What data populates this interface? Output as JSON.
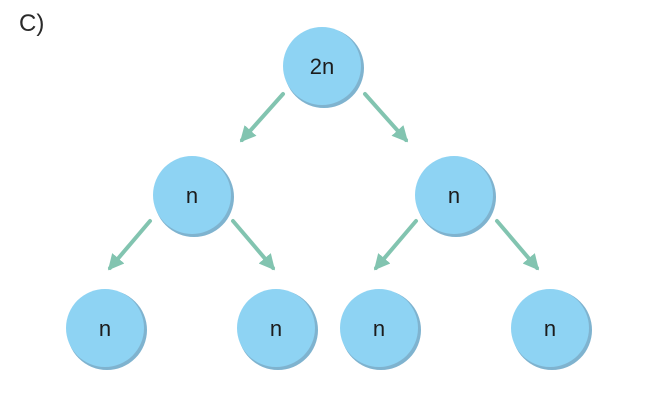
{
  "panel_label": "C)",
  "colors": {
    "node_fill": "#8ed3f3",
    "node_shadow": "#7fb3cf",
    "arrow": "#82c4b0",
    "text": "#1c1c1c"
  },
  "nodes": {
    "root": {
      "label": "2n"
    },
    "left": {
      "label": "n"
    },
    "right": {
      "label": "n"
    },
    "left_left": {
      "label": "n"
    },
    "left_right": {
      "label": "n"
    },
    "right_left": {
      "label": "n"
    },
    "right_right": {
      "label": "n"
    }
  }
}
